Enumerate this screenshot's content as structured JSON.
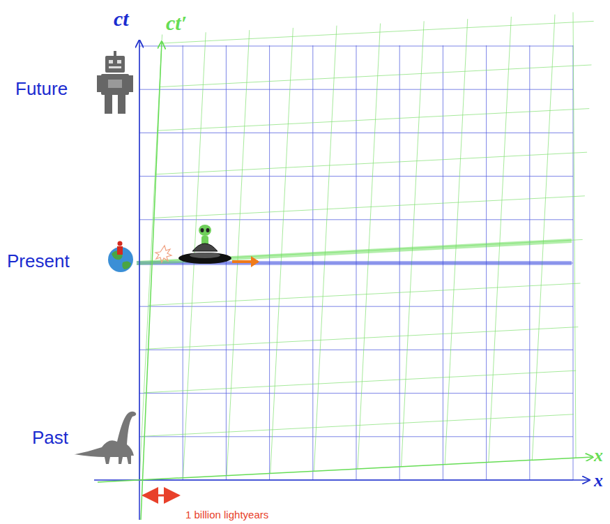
{
  "diagram": {
    "labels": [
      "ct",
      "ct′",
      "Future",
      "Present",
      "Past",
      "x",
      "x",
      "1 billion lightyears"
    ]
  }
}
